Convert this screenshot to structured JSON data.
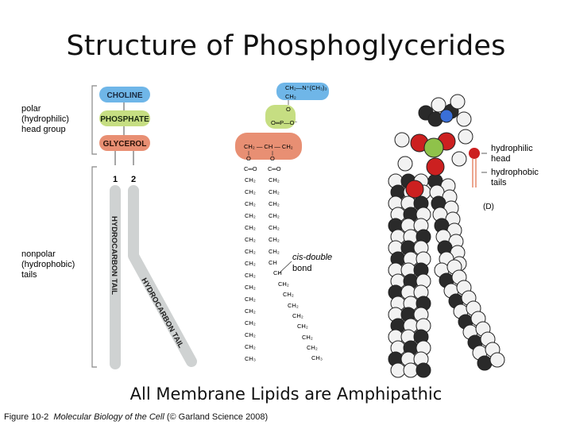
{
  "title": "Structure of Phosphoglycerides",
  "subtitle": "All Membrane Lipids are Amphipathic",
  "caption": {
    "prefix": "Figure 10-2",
    "book": "Molecular Biology of the Cell",
    "credit": "(© Garland Science 2008)"
  },
  "panel_a": {
    "labels": {
      "polar_line1": "polar",
      "polar_line2": "(hydrophilic)",
      "polar_line3": "head group",
      "nonpolar_line1": "nonpolar",
      "nonpolar_line2": "(hydrophobic)",
      "nonpolar_line3": "tails"
    },
    "head_boxes": [
      {
        "label": "CHOLINE",
        "color": "#6fb6e8"
      },
      {
        "label": "PHOSPHATE",
        "color": "#c6de82"
      },
      {
        "label": "GLYCEROL",
        "color": "#e88f73"
      }
    ],
    "tail_numbers": [
      "1",
      "2"
    ],
    "tail_label": "HYDROCARBON TAIL"
  },
  "panel_b": {
    "choline_formula": "CH₂—N⁺(CH₃)₃",
    "ch2": "CH₂",
    "o": "O",
    "phosphate_formula": "O═P—O⁻",
    "glycerol_formula": "CH₂ — CH — CH₂",
    "carbonyl": "C═O",
    "ch3": "CH₃",
    "ch": "CH",
    "cis_line1": "cis-double",
    "cis_line2": "bond"
  },
  "panel_d": {
    "letter": "(D)",
    "head_line1": "hydrophilic",
    "head_line2": "head",
    "tail_line1": "hydrophobic",
    "tail_line2": "tails"
  },
  "colors": {
    "choline": "#6fb6e8",
    "phosphate": "#c6de82",
    "glycerol": "#e88f73",
    "tail_gray": "#cfd2d2",
    "oxygen_red": "#cc2020",
    "phosphorus_green": "#8fc24a",
    "nitrogen_blue": "#3a6fd8"
  }
}
